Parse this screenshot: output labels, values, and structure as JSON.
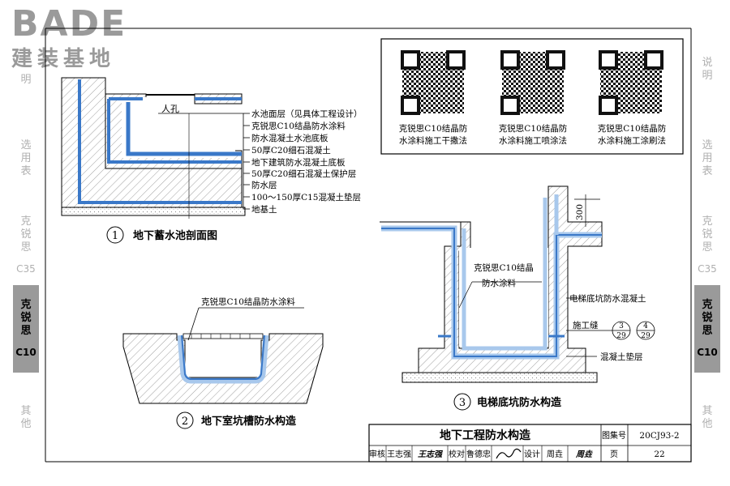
{
  "logo": {
    "brand": "BADE",
    "subtitle": "建装基地"
  },
  "side_tabs": {
    "left": [
      {
        "label": "明",
        "sub": ""
      },
      {
        "label": "选用表",
        "sub": ""
      },
      {
        "label": "克锐思",
        "sub": "C35"
      },
      {
        "label": "克锐思",
        "sub": "C10"
      },
      {
        "label": "其他",
        "sub": ""
      }
    ],
    "right": [
      {
        "label": "说明",
        "sub": ""
      },
      {
        "label": "选用表",
        "sub": ""
      },
      {
        "label": "克锐思",
        "sub": "C35"
      },
      {
        "label": "克锐思",
        "sub": "C10"
      },
      {
        "label": "其他",
        "sub": ""
      }
    ]
  },
  "qr_panel": {
    "items": [
      {
        "line1": "克锐思C10结晶防",
        "line2": "水涂料施工干撒法"
      },
      {
        "line1": "克锐思C10结晶防",
        "line2": "水涂料施工喷涂法"
      },
      {
        "line1": "克锐思C10结晶防",
        "line2": "水涂料施工涂刷法"
      }
    ]
  },
  "fig1": {
    "number": "1",
    "title": "地下蓄水池剖面图",
    "manhole": "人孔",
    "layers": [
      "水池面层（见具体工程设计）",
      "克锐思C10结晶防水涂料",
      "防水混凝土水池底板",
      "50厚C20细石混凝土",
      "地下建筑防水混凝土底板",
      "50厚C20细石混凝土保护层",
      "防水层",
      "100～150厚C15混凝土垫层",
      "地基土"
    ]
  },
  "fig2": {
    "number": "2",
    "title": "地下室坑槽防水构造",
    "label": "克锐思C10结晶防水涂料"
  },
  "fig3": {
    "number": "3",
    "title": "电梯底坑防水构造",
    "dim": "300",
    "coating_l1": "克锐思C10结晶",
    "coating_l2": "防水涂料",
    "pit_concrete": "电梯底坑防水混凝土",
    "joint": "施工缝",
    "cushion": "混凝土垫层",
    "ref1_top": "3",
    "ref1_bottom": "29",
    "ref2_top": "4",
    "ref2_bottom": "29"
  },
  "title_block": {
    "drawing_title": "地下工程防水构造",
    "atlas_label": "图集号",
    "atlas_no": "20CJ93-2",
    "review_label": "审核",
    "reviewer": "王志强",
    "reviewer_sig": "王志强",
    "check_label": "校对",
    "checker": "鲁德忠",
    "design_label": "设计",
    "designer": "周垚",
    "designer_sig": "周垚",
    "page_label": "页",
    "page_no": "22"
  },
  "colors": {
    "waterproof": "#3a78c8",
    "light_blue": "#a8c8ec",
    "tab_active": "#9a9a9a",
    "tab_text": "#b0b0b0"
  }
}
